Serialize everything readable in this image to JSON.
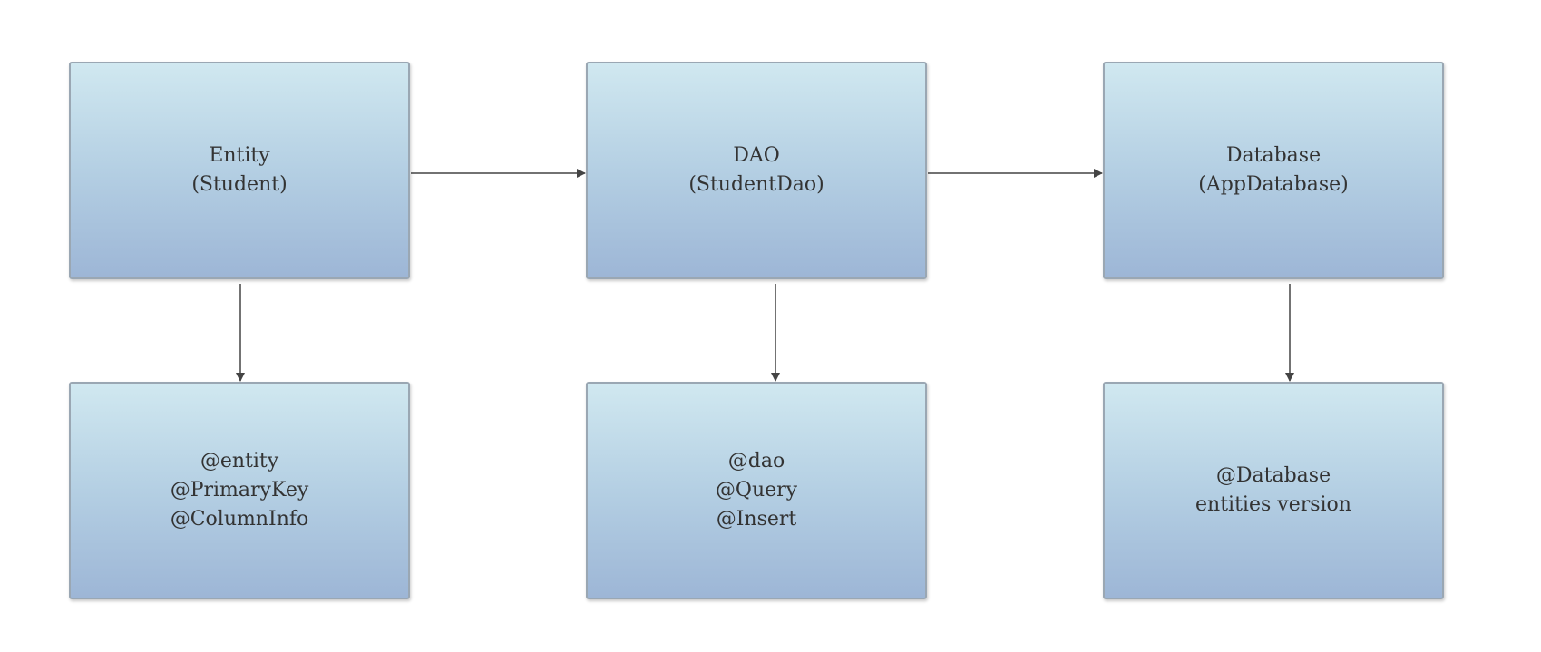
{
  "diagram": {
    "nodes": {
      "entity": {
        "lines": [
          "Entity",
          "(Student)"
        ]
      },
      "dao": {
        "lines": [
          "DAO",
          "(StudentDao)"
        ]
      },
      "database": {
        "lines": [
          "Database",
          "(AppDatabase)"
        ]
      },
      "entity_annotations": {
        "lines": [
          "@entity",
          "@PrimaryKey",
          "@ColumnInfo"
        ]
      },
      "dao_annotations": {
        "lines": [
          "@dao",
          "@Query",
          "@Insert"
        ]
      },
      "database_annotations": {
        "lines": [
          "@Database",
          "entities version"
        ]
      }
    },
    "edges": [
      {
        "from": "entity",
        "to": "dao"
      },
      {
        "from": "dao",
        "to": "database"
      },
      {
        "from": "entity",
        "to": "entity_annotations"
      },
      {
        "from": "dao",
        "to": "dao_annotations"
      },
      {
        "from": "database",
        "to": "database_annotations"
      }
    ],
    "colors": {
      "box_gradient_top": "#d0e8f0",
      "box_gradient_bottom": "#9db6d6",
      "box_border": "#9aa7b3",
      "text": "#333333",
      "arrow": "#444444",
      "background": "#ffffff"
    }
  }
}
